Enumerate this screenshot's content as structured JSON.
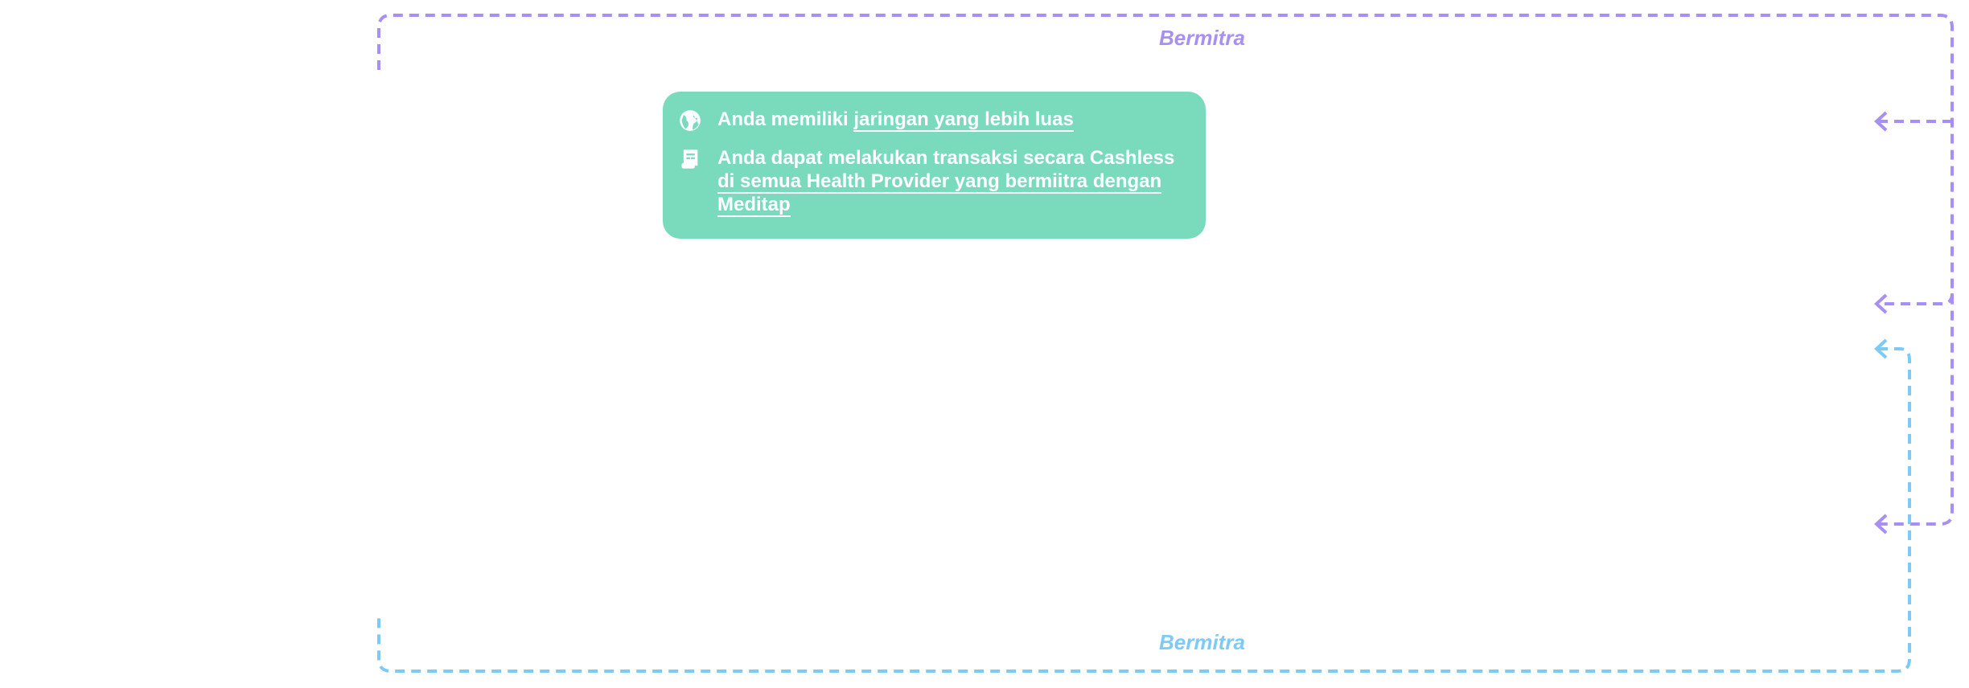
{
  "labels": {
    "top": "Bermitra",
    "bottom": "Bermitra"
  },
  "card": {
    "items": [
      {
        "icon": "globe-icon",
        "text": "Anda memiliki ",
        "link": "jaringan yang lebih luas"
      },
      {
        "icon": "receipt-icon",
        "text": "Anda dapat melakukan transaksi secara Cashless ",
        "link": "di semua Health Provider yang bermiitra dengan Meditap"
      }
    ]
  },
  "colors": {
    "purple": "#a88ff5",
    "blue": "#7ccbf7",
    "green": "#7adbbc"
  }
}
